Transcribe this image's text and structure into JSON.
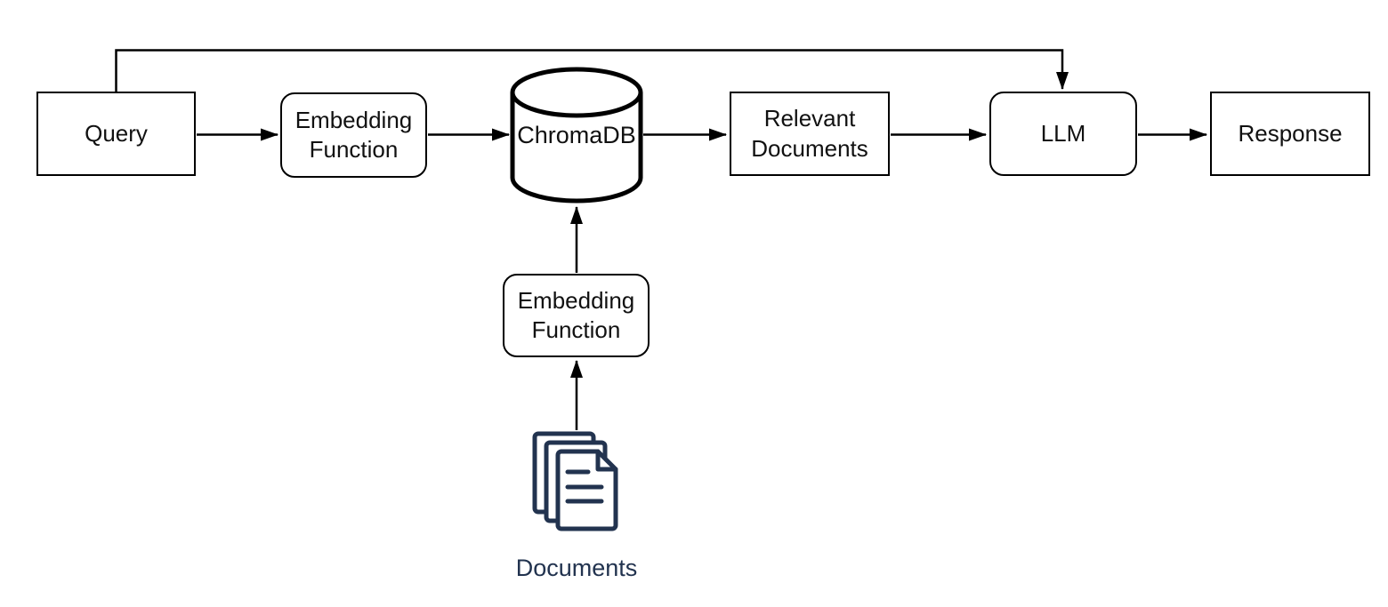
{
  "diagram": {
    "background_color": "#ffffff",
    "line_color": "#000000",
    "documents_accent_color": "#22334f",
    "nodes": {
      "query": {
        "label": "Query",
        "shape": "rectangle"
      },
      "embedding_function_top": {
        "label": "Embedding Function",
        "shape": "rounded-rectangle"
      },
      "chromadb": {
        "label": "ChromaDB",
        "shape": "database-cylinder"
      },
      "relevant_documents": {
        "label": "Relevant Documents",
        "shape": "rectangle"
      },
      "llm": {
        "label": "LLM",
        "shape": "rounded-rectangle"
      },
      "response": {
        "label": "Response",
        "shape": "rectangle"
      },
      "embedding_function_bottom": {
        "label": "Embedding Function",
        "shape": "rounded-rectangle"
      },
      "documents": {
        "label": "Documents",
        "shape": "document-stack-icon"
      }
    },
    "edges": [
      {
        "from": "query",
        "to": "embedding_function_top",
        "route": "straight-right"
      },
      {
        "from": "embedding_function_top",
        "to": "chromadb",
        "route": "straight-right"
      },
      {
        "from": "chromadb",
        "to": "relevant_documents",
        "route": "straight-right"
      },
      {
        "from": "relevant_documents",
        "to": "llm",
        "route": "straight-right"
      },
      {
        "from": "llm",
        "to": "response",
        "route": "straight-right"
      },
      {
        "from": "query",
        "to": "llm",
        "route": "over-the-top"
      },
      {
        "from": "documents",
        "to": "embedding_function_bottom",
        "route": "straight-up"
      },
      {
        "from": "embedding_function_bottom",
        "to": "chromadb",
        "route": "straight-up"
      }
    ]
  }
}
